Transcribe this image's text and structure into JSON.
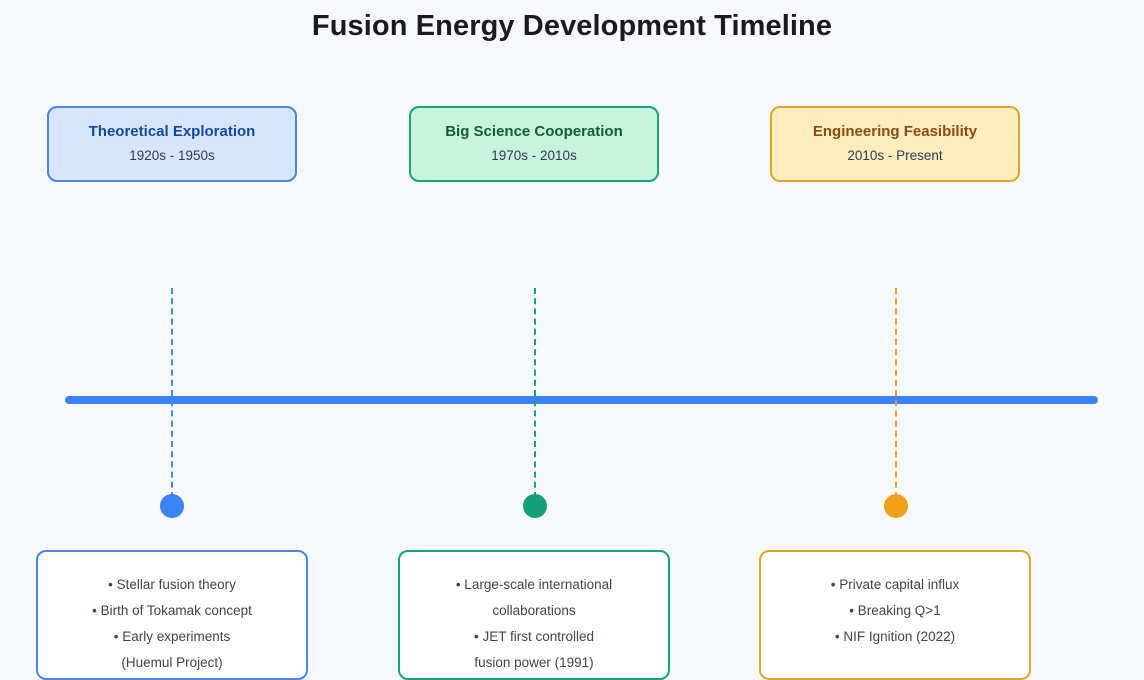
{
  "title": "Fusion Energy Development Timeline",
  "colors": {
    "background": "#f7f8fb",
    "title_text": "#1b1b1f",
    "axis": "#3b82f6",
    "blue_border": "#4a86e8",
    "blue_fill": "#d7e6fc",
    "blue_name": "#14489c",
    "blue_dot": "#3b82f6",
    "green_border": "#17a673",
    "green_fill": "#c9f3de",
    "green_name": "#125c3a",
    "green_dot": "#14a077",
    "orange_border": "#e0a526",
    "orange_fill": "#fcedc0",
    "orange_name": "#8a4c12",
    "orange_dot": "#eea11c",
    "detail_text": "#404450",
    "period_text": "#2f3a52"
  },
  "phases": [
    {
      "name": "Theoretical Exploration",
      "period": "1920s - 1950s",
      "theme": "blue",
      "details": [
        "• Stellar fusion theory",
        "• Birth of Tokamak concept",
        "• Early experiments",
        "(Huemul Project)"
      ]
    },
    {
      "name": "Big Science Cooperation",
      "period": "1970s - 2010s",
      "theme": "green",
      "details": [
        "• Large-scale international",
        "collaborations",
        "• JET first controlled",
        "fusion power (1991)"
      ]
    },
    {
      "name": "Engineering Feasibility",
      "period": "2010s - Present",
      "theme": "orange",
      "details": [
        "• Private capital influx",
        "• Breaking Q>1",
        "• NIF Ignition (2022)"
      ]
    }
  ]
}
